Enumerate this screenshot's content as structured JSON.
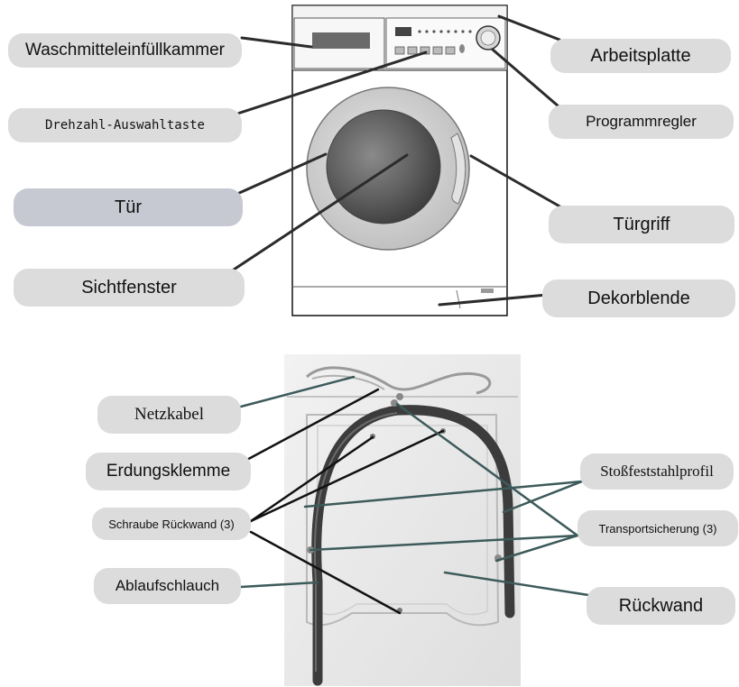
{
  "washer_labels": {
    "detergent": "Waschmitteleinfüllkammer",
    "worktop": "Arbeitsplatte",
    "spin_button": "Drehzahl-Auswahltaste",
    "program_knob": "Programmregler",
    "door": "Tür",
    "door_handle": "Türgriff",
    "window": "Sichtfenster",
    "decor_panel": "Dekorblende"
  },
  "back_labels": {
    "power_cable": "Netzkabel",
    "ground_clamp": "Erdungsklemme",
    "shock_profile": "Stoßfeststahlprofil",
    "back_screw": "Schraube Rückwand (3)",
    "transport": "Transportsicherung (3)",
    "drain_hose": "Ablaufschlauch",
    "back_panel": "Rückwand"
  },
  "colors": {
    "label_bg": "#dcdcdc",
    "door_label_bg": "#c6c9d1",
    "washer_leader": "#2b2b2b",
    "back_leader": "#3d5a5a"
  }
}
